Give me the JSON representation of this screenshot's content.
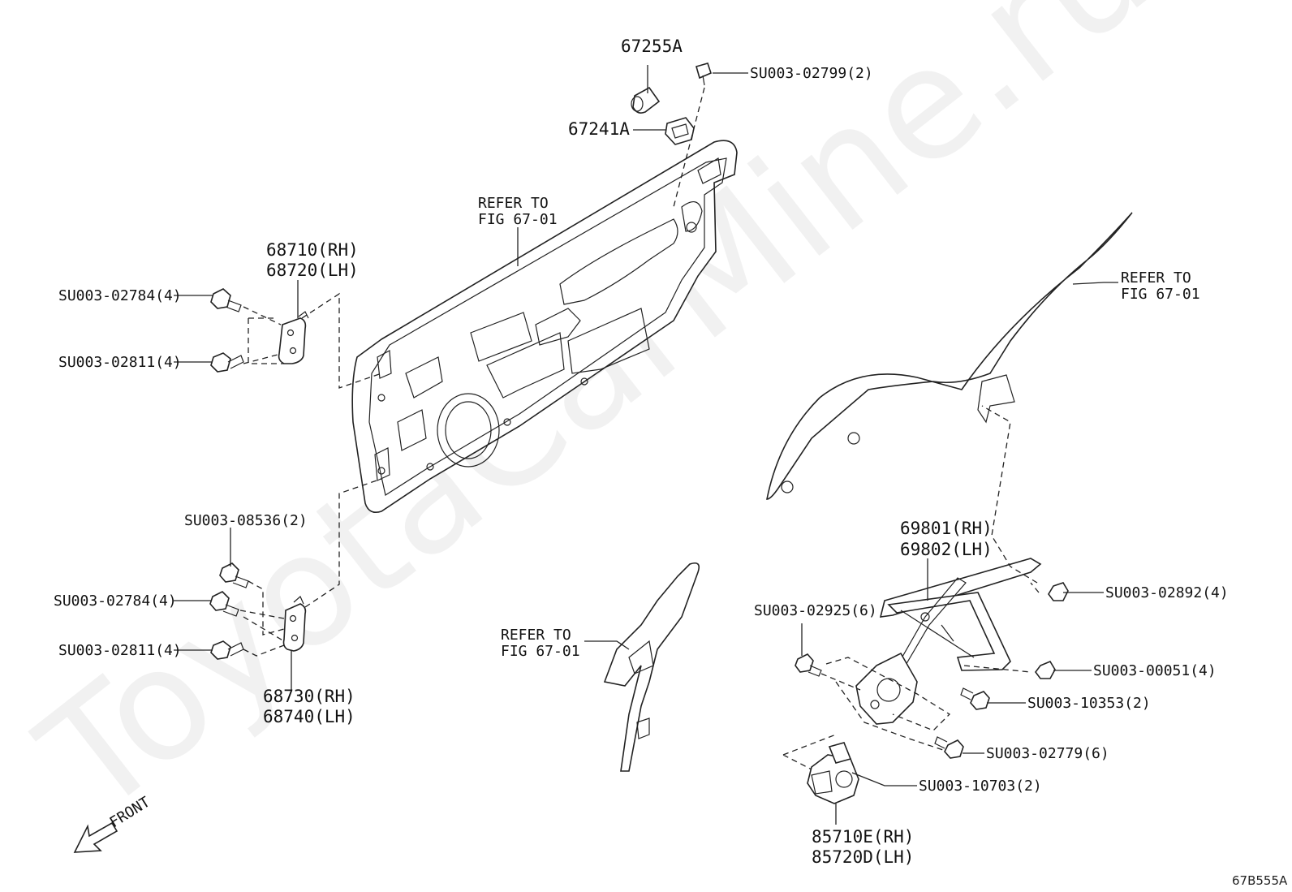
{
  "watermark": "ToyotaCarMine.ru",
  "figure_code": "67B555A",
  "front_indicator": "FRONT",
  "labels": {
    "p67255A": "67255A",
    "p67241A": "67241A",
    "su02799": "SU003-02799(2)",
    "refer_door_1": "REFER TO",
    "refer_door_2": "FIG 67-01",
    "hinge_upper_rh": "68710(RH)",
    "hinge_upper_lh": "68720(LH)",
    "su02784_a": "SU003-02784(4)",
    "su02811_a": "SU003-02811(4)",
    "refer_glass_1": "REFER TO",
    "refer_glass_2": "FIG 67-01",
    "su08536": "SU003-08536(2)",
    "su02784_b": "SU003-02784(4)",
    "su02811_b": "SU003-02811(4)",
    "hinge_lower_rh": "68730(RH)",
    "hinge_lower_lh": "68740(LH)",
    "refer_frame_1": "REFER TO",
    "refer_frame_2": "FIG 67-01",
    "regulator_rh": "69801(RH)",
    "regulator_lh": "69802(LH)",
    "su02892": "SU003-02892(4)",
    "su02925": "SU003-02925(6)",
    "su00051": "SU003-00051(4)",
    "su10353": "SU003-10353(2)",
    "su02779": "SU003-02779(6)",
    "su10703": "SU003-10703(2)",
    "motor_rh": "85710E(RH)",
    "motor_lh": "85720D(LH)"
  }
}
